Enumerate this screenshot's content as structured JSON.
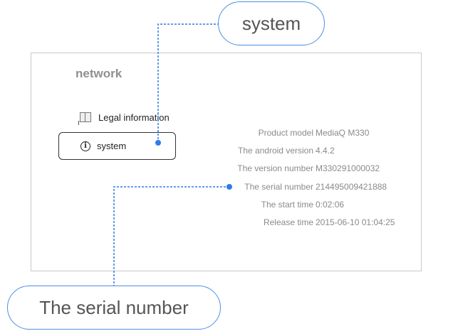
{
  "section": {
    "title": "network"
  },
  "menu": {
    "legal": {
      "label": "Legal information",
      "icon": "book-icon"
    },
    "system": {
      "label": "system",
      "icon": "info-icon",
      "glyph": "i"
    }
  },
  "info": [
    {
      "label": "Product model",
      "value": "MediaQ M330"
    },
    {
      "label": "The android version",
      "value": "4.4.2"
    },
    {
      "label": "The version number",
      "value": "M330291000032"
    },
    {
      "label": "The serial number",
      "value": "214495009421888"
    },
    {
      "label": "The start time",
      "value": "0:02:06"
    },
    {
      "label": "Release time",
      "value": "2015-06-10 01:04:25"
    }
  ],
  "callouts": {
    "system": "system",
    "serial": "The serial number"
  },
  "colors": {
    "accent": "#2f7bea",
    "border": "#c9c9c9",
    "muted_text": "#8a8a8a"
  }
}
